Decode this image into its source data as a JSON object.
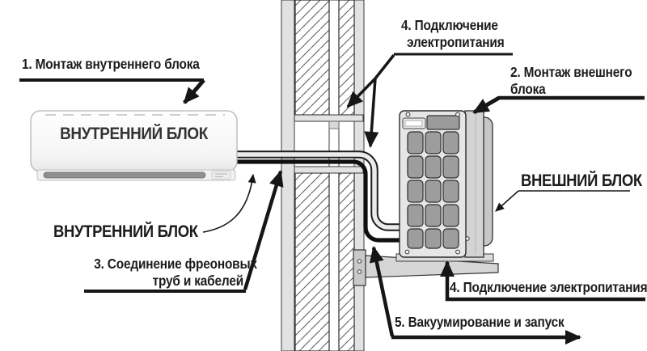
{
  "diagram": {
    "background": "#ffffff",
    "steps": {
      "step1": "1. Монтаж внутреннего блока",
      "step2": [
        "2. Монтаж внешнего",
        "блока"
      ],
      "step3": [
        "3. Соединение фреоновых",
        "труб и кабелей"
      ],
      "step4_top": [
        "4. Подключение",
        "электропитания"
      ],
      "step4_bottom": "4. Подключение электропитания",
      "step5": "5. Вакуумирование и запуск"
    },
    "callouts": {
      "indoor_unit_label": "ВНУТРЕННИЙ БЛОК",
      "indoor_callout": "ВНУТРЕННИЙ БЛОК",
      "outdoor_callout": "ВНЕШНИЙ БЛОК"
    },
    "colors": {
      "line": "#161616",
      "text": "#1c1c1c",
      "wall_band": "#e2e2e2",
      "hatch_line": "#606060",
      "indoor_body": "#f6f6f6",
      "outdoor_body": "#e6e6e6",
      "grille_cell": "#9d9d9d",
      "pipe_light": "#ebebeb",
      "bracket": "#d6d6d6"
    }
  }
}
